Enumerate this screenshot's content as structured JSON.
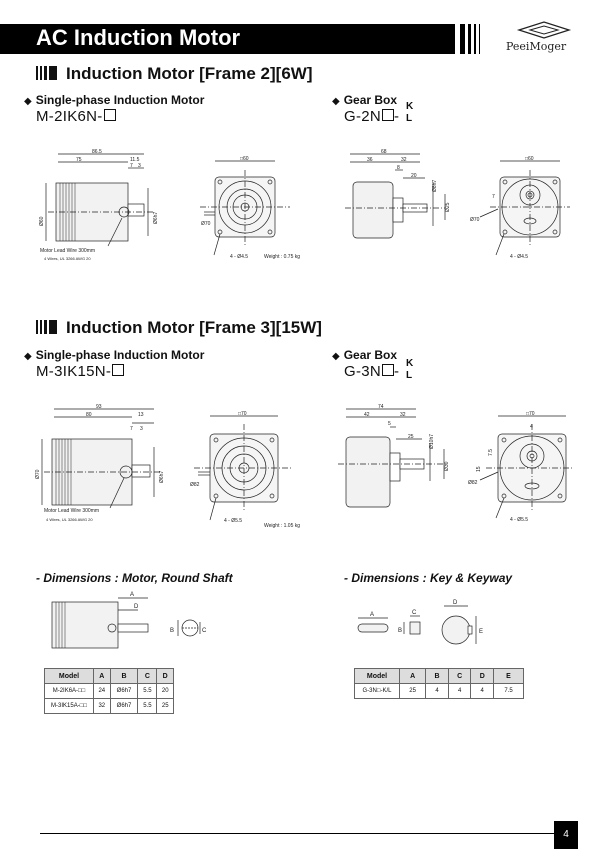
{
  "header": {
    "title": "AC Induction Motor",
    "brand": "PeeiMoger"
  },
  "sections": [
    {
      "title": "Induction Motor [Frame 2][6W]",
      "motor": {
        "label": "Single-phase Induction Motor",
        "model": "M-2IK6N-"
      },
      "gearbox": {
        "label": "Gear Box",
        "model": "G-2N",
        "model_suffix": "-",
        "k": "K",
        "l": "L"
      },
      "motor_dims": {
        "total": "86.5",
        "body": "75",
        "d1": "11.5",
        "d2": "7",
        "d3": "3",
        "dia_body": "Ø60",
        "dia_shaft": "Ø6h7",
        "lead": "Motor Lead Wire 300mm",
        "wires": "4 Wires, UL 3266 AWG 20"
      },
      "front_dims": {
        "square": "□60",
        "bolt": "4 - Ø4.5",
        "weight": "Weight : 0.75 kg",
        "pcd": "Ø70"
      },
      "gear_dims": {
        "total": "68",
        "a": "36",
        "b": "32",
        "c": "8",
        "d": "20",
        "shaft": "Ø8h7",
        "e": "Ø25",
        "f": "Ø70",
        "g": "7",
        "square": "□60",
        "bolt": "4 - Ø4.5"
      }
    },
    {
      "title": "Induction Motor [Frame 3][15W]",
      "motor": {
        "label": "Single-phase Induction Motor",
        "model": "M-3IK15N-"
      },
      "gearbox": {
        "label": "Gear Box",
        "model": "G-3N",
        "model_suffix": "-",
        "k": "K",
        "l": "L"
      },
      "motor_dims": {
        "total": "93",
        "body": "80",
        "d1": "13",
        "d2": "7",
        "d3": "3",
        "dia_body": "Ø70",
        "dia_shaft": "Ø6h7",
        "lead": "Motor Lead Wire 300mm",
        "wires": "4 Wires, UL 3266 AWG 20"
      },
      "front_dims": {
        "square": "□70",
        "bolt": "4 - Ø5.5",
        "weight": "Weight : 1.05 kg",
        "pcd": "Ø82"
      },
      "gear_dims": {
        "total": "74",
        "a": "42",
        "b": "32",
        "c": "5",
        "d": "25",
        "shaft": "Ø10h7",
        "e": "Ø30",
        "f": "Ø82",
        "g": "7.5",
        "h": "15",
        "i": "4",
        "square": "□70",
        "bolt": "4 - Ø5.5"
      }
    }
  ],
  "dim_round": {
    "title": "- Dimensions : Motor, Round Shaft",
    "labels": {
      "a": "A",
      "d": "D",
      "b": "B",
      "c": "C"
    },
    "headers": [
      "Model",
      "A",
      "B",
      "C",
      "D"
    ],
    "rows": [
      [
        "M-2IK6A-□□",
        "24",
        "Ø6h7",
        "5.5",
        "20"
      ],
      [
        "M-3IK15A-□□",
        "32",
        "Ø6h7",
        "5.5",
        "25"
      ]
    ]
  },
  "dim_key": {
    "title": "- Dimensions : Key & Keyway",
    "labels": {
      "a": "A",
      "b": "B",
      "c": "C",
      "d": "D",
      "e": "E"
    },
    "headers": [
      "Model",
      "A",
      "B",
      "C",
      "D",
      "E"
    ],
    "rows": [
      [
        "G-3N□-K/L",
        "25",
        "4",
        "4",
        "4",
        "7.5"
      ]
    ]
  },
  "page_number": "4"
}
